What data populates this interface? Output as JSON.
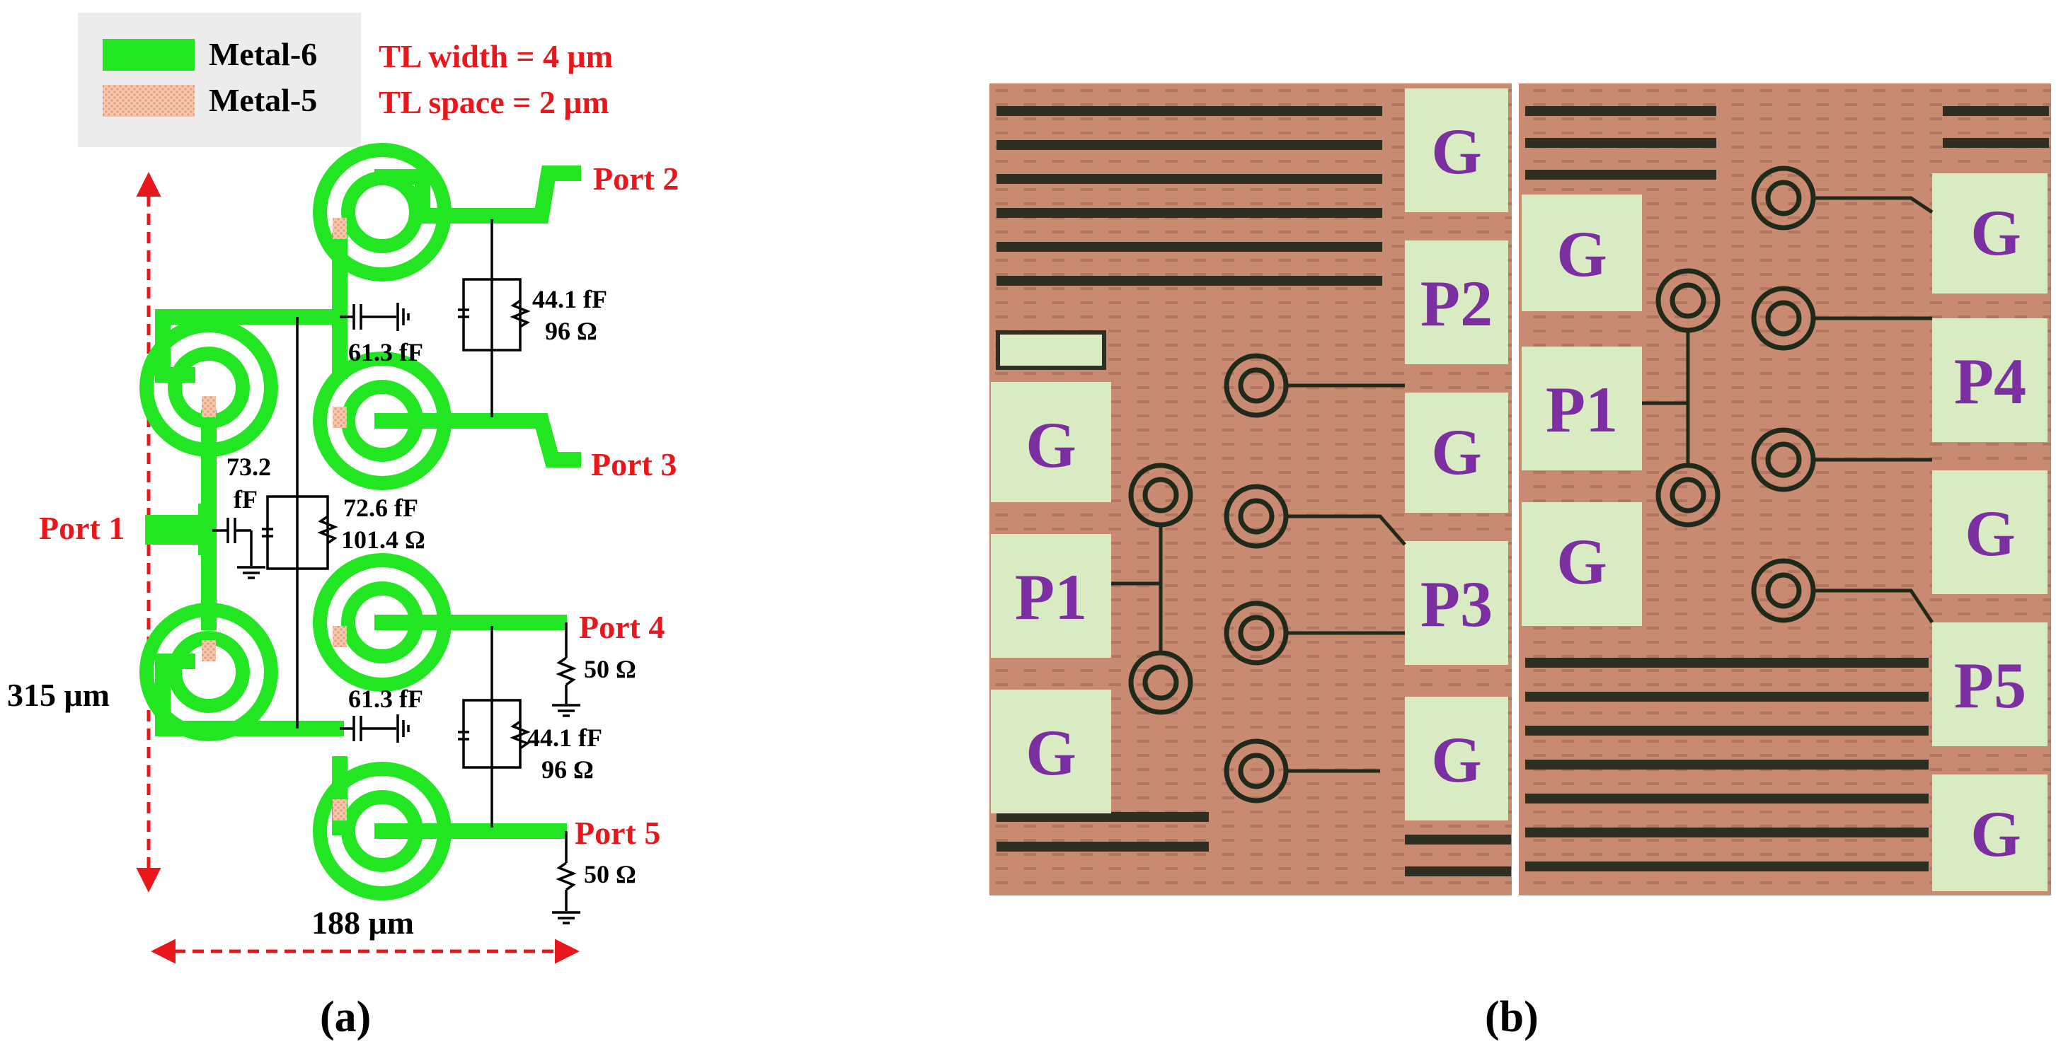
{
  "legend": {
    "metal6_label": "Metal-6",
    "metal5_label": "Metal-5",
    "tl_width": "TL width = 4 μm",
    "tl_space": "TL space = 2 μm"
  },
  "ports": {
    "port1": "Port 1",
    "port2": "Port 2",
    "port3": "Port 3",
    "port4": "Port 4",
    "port5": "Port 5"
  },
  "components": {
    "cap_top_iso": "44.1 fF",
    "res_top_iso": "96 Ω",
    "cap_top_shunt": "61.3 fF",
    "cap_input_a": "73.2",
    "cap_input_b": "fF",
    "cap_center": "72.6 fF",
    "res_center": "101.4 Ω",
    "res_port4": "50 Ω",
    "cap_bot_shunt": "61.3 fF",
    "cap_bot_iso": "44.1 fF",
    "res_bot_iso": "96 Ω",
    "res_port5": "50 Ω"
  },
  "dimensions": {
    "height": "315 μm",
    "width": "188 μm"
  },
  "captions": {
    "a": "(a)",
    "b": "(b)"
  },
  "photo_left_pads": [
    "G",
    "P2",
    "G",
    "G",
    "P1",
    "P3",
    "G",
    "G"
  ],
  "photo_right_pads": [
    "G",
    "G",
    "P4",
    "P1",
    "G",
    "G",
    "G",
    "P5",
    "G"
  ],
  "colors": {
    "metal6": "#22e622",
    "metal5": "#f3b596",
    "annotation_red": "#e8171b",
    "die_copper": "#c98a72",
    "pad": "#d9ebc2",
    "pad_label": "#7b2fa0"
  }
}
